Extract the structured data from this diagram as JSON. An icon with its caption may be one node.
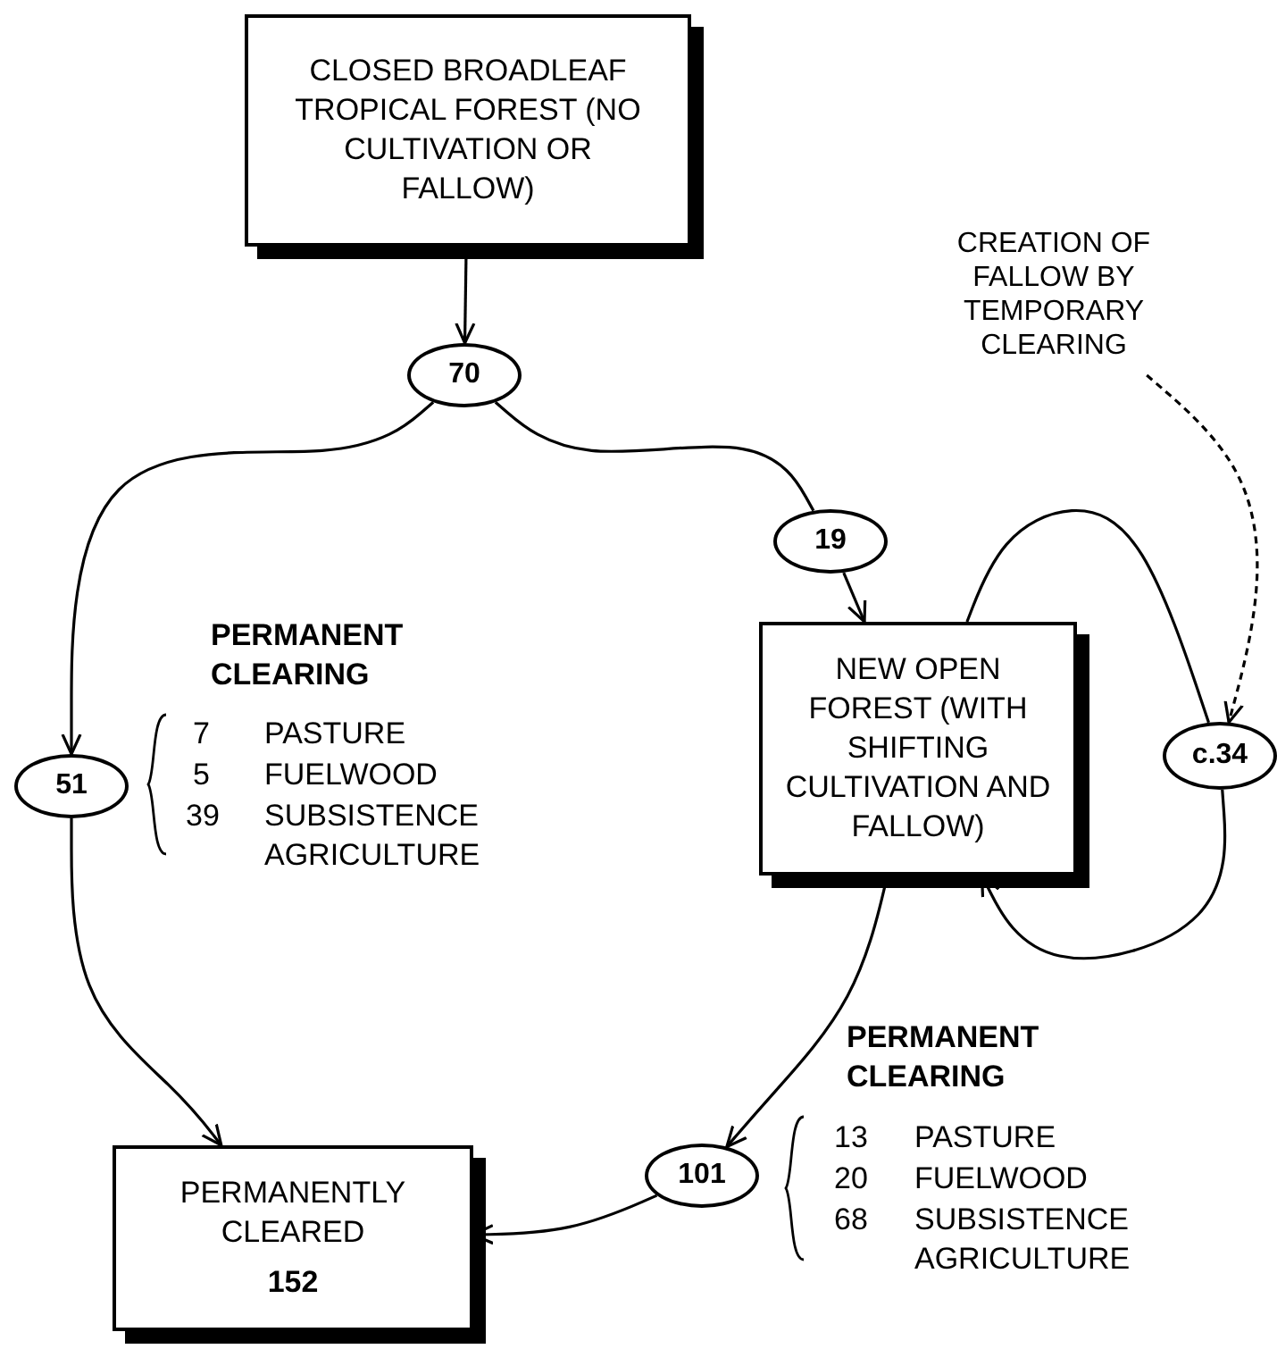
{
  "diagram": {
    "nodes": [
      {
        "text": [
          "CLOSED BROADLEAF TROPICAL FOREST (NO CULTIVATION OR FALLOW)"
        ]
      },
      {
        "text": [
          "70"
        ]
      },
      {
        "text": [
          "19"
        ]
      },
      {
        "text": [
          "NEW OPEN FOREST (WITH SHIFTING CULTIVATION AND FALLOW)"
        ]
      },
      {
        "text": [
          "c.34"
        ]
      },
      {
        "text": [
          "51"
        ]
      },
      {
        "text": [
          "PERMANENTLY CLEARED",
          "152"
        ]
      },
      {
        "text": [
          "101"
        ]
      },
      {
        "text": [
          "CREATION OF FALLOW BY TEMPORARY CLEARING"
        ]
      }
    ],
    "edges": [
      {
        "from": 0,
        "to": 1,
        "arrow": "to"
      },
      {
        "from": 1,
        "to": 5,
        "arrow": "to"
      },
      {
        "from": 1,
        "to": 2,
        "arrow": "none"
      },
      {
        "from": 2,
        "to": 3,
        "arrow": "to"
      },
      {
        "from": 3,
        "to": 4,
        "arrow": "none"
      },
      {
        "from": 4,
        "to": 3,
        "arrow": "to"
      },
      {
        "from": 8,
        "to": 4,
        "arrow": "to",
        "style": "dashed"
      },
      {
        "from": 5,
        "to": 6,
        "arrow": "to"
      },
      {
        "from": 3,
        "to": 7,
        "arrow": "to"
      },
      {
        "from": 7,
        "to": 6,
        "arrow": "to"
      }
    ],
    "labels": [
      "PERMANENT CLEARING",
      "7",
      "PASTURE",
      "5",
      "FUELWOOD",
      "39",
      "SUBSISTENCE AGRICULTURE",
      "PERMANENT CLEARING",
      "13",
      "PASTURE",
      "20",
      "FUELWOOD",
      "68",
      "SUBSISTENCE AGRICULTURE"
    ]
  }
}
